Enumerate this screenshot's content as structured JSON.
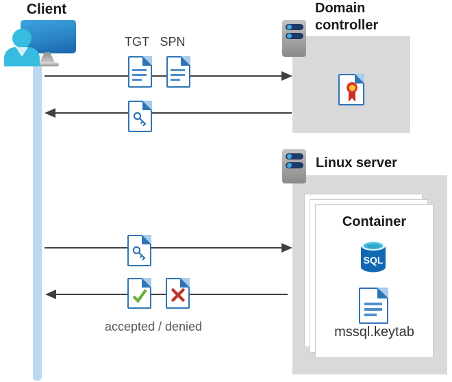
{
  "client": {
    "label": "Client"
  },
  "flows": {
    "tgt_label": "TGT",
    "spn_label": "SPN",
    "accepted_denied_label": "accepted / denied"
  },
  "domain_controller": {
    "label": "Domain controller"
  },
  "linux_server": {
    "label": "Linux server",
    "container": {
      "label": "Container",
      "sql_badge": "SQL",
      "keytab_label": "mssql.keytab"
    }
  },
  "icons": {
    "client-icon": "monitor with cyan person",
    "client-lifeline": "light blue vertical bar",
    "server-icon": "gray tower with navy pills and cyan dots",
    "ticket-document-icon": "white doc, blue border, folded corner, blue text lines",
    "key-ticket-icon": "white doc with blue key glyph",
    "certificate-icon": "white doc with red/yellow ribbon seal",
    "sql-database-icon": "blue cylinder with SQL text",
    "keytab-document-icon": "white doc with blue text lines",
    "accepted-document-icon": "white doc with green check",
    "denied-document-icon": "white doc with red cross",
    "arrow": "dark gray line with solid triangle head"
  },
  "colors": {
    "doc_border_blue": "#2e75b6",
    "doc_line_blue": "#4e8fcc",
    "fold_light_blue": "#a9ccec",
    "zone_gray": "#d9d9d9",
    "arrow_gray": "#404040",
    "lifeline_blue": "#bdd8f2",
    "person_cyan": "#36bce0",
    "monitor_blue": "#2a85c6",
    "server_pill_navy": "#1e3a66",
    "server_dot_cyan": "#43abe1",
    "check_green": "#6bae3c",
    "cross_red": "#be352c",
    "ribbon_red": "#d93a30",
    "ribbon_yellow": "#ffc425",
    "sql_body_blue": "#1068b4",
    "sql_top_teal": "#45bedd"
  }
}
